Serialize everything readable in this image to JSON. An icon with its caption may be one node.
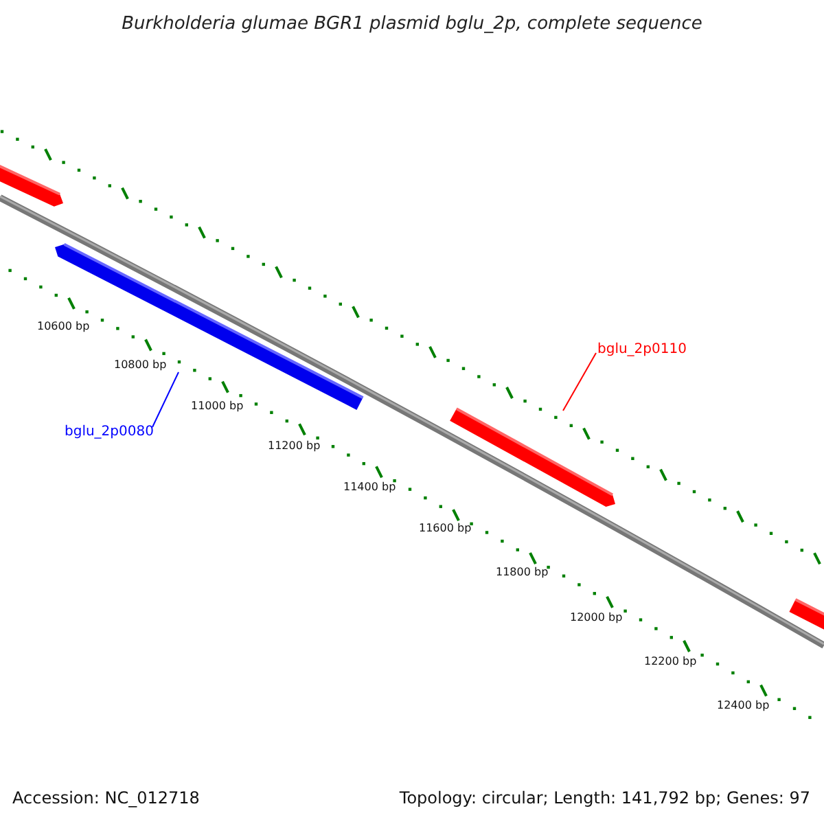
{
  "diagram": {
    "title": "Burkholderia glumae BGR1 plasmid bglu_2p, complete sequence",
    "nodes": [
      {
        "text": [],
        "shape": "bar"
      },
      {
        "text": [],
        "shape": "bar"
      },
      {
        "text": [],
        "shape": "bar"
      },
      {
        "text": [],
        "shape": "bar"
      },
      {
        "text": [
          "bglu_2p0080"
        ]
      },
      {
        "text": [
          "bglu_2p0110"
        ]
      }
    ],
    "edges": [
      {
        "from": 4,
        "to": 1,
        "arrow": "none",
        "color": "#0000ff"
      },
      {
        "from": 5,
        "to": 2,
        "arrow": "none",
        "color": "#ff0000"
      }
    ],
    "labels": [
      "10600 bp",
      "10800 bp",
      "11000 bp",
      "11200 bp",
      "11400 bp",
      "11600 bp",
      "11800 bp",
      "12000 bp",
      "12200 bp",
      "12400 bp",
      "Accession: NC_012718",
      "Topology: circular; Length: 141,792 bp; Genes: 97"
    ]
  }
}
